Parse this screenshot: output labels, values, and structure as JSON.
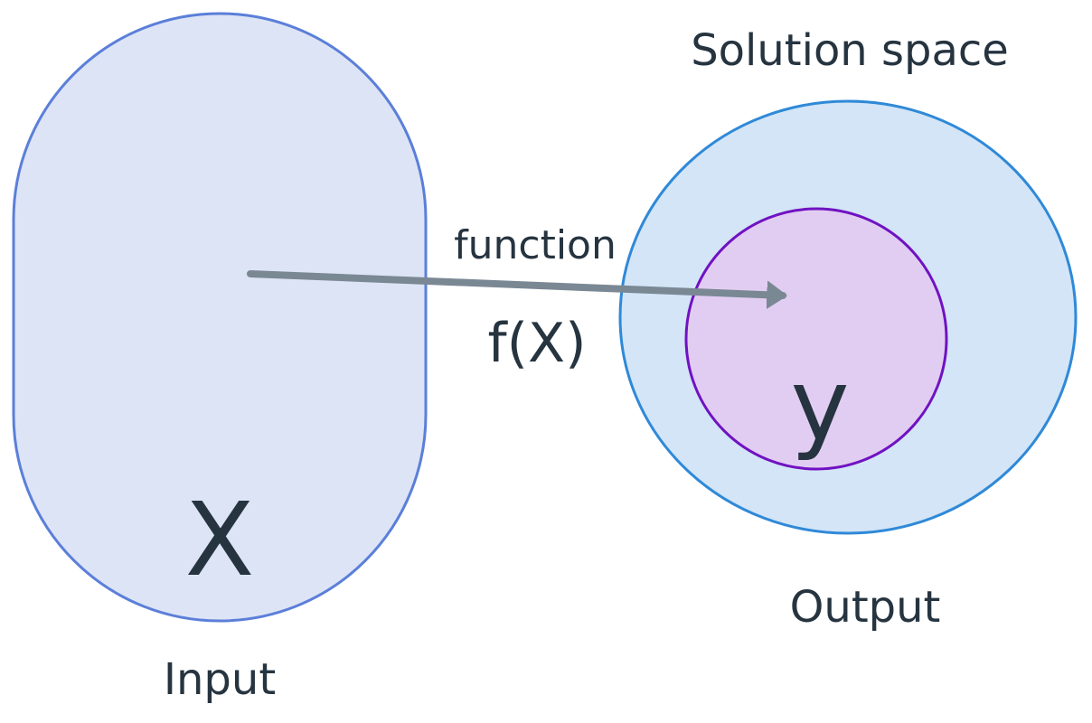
{
  "diagram": {
    "input": {
      "symbol": "X",
      "label": "Input"
    },
    "output": {
      "symbol": "y",
      "label": "Output"
    },
    "solution_space": {
      "label": "Solution space"
    },
    "mapping": {
      "label": "function",
      "expression": "f(X)"
    }
  },
  "colors": {
    "input_fill": "#dde4f6",
    "input_stroke": "#5b7fd9",
    "solution_fill": "#d3e5f6",
    "solution_stroke": "#2f89d8",
    "output_fill": "#e2cdf2",
    "output_stroke": "#7012c2",
    "arrow": "#7a8894",
    "text": "#263440"
  }
}
